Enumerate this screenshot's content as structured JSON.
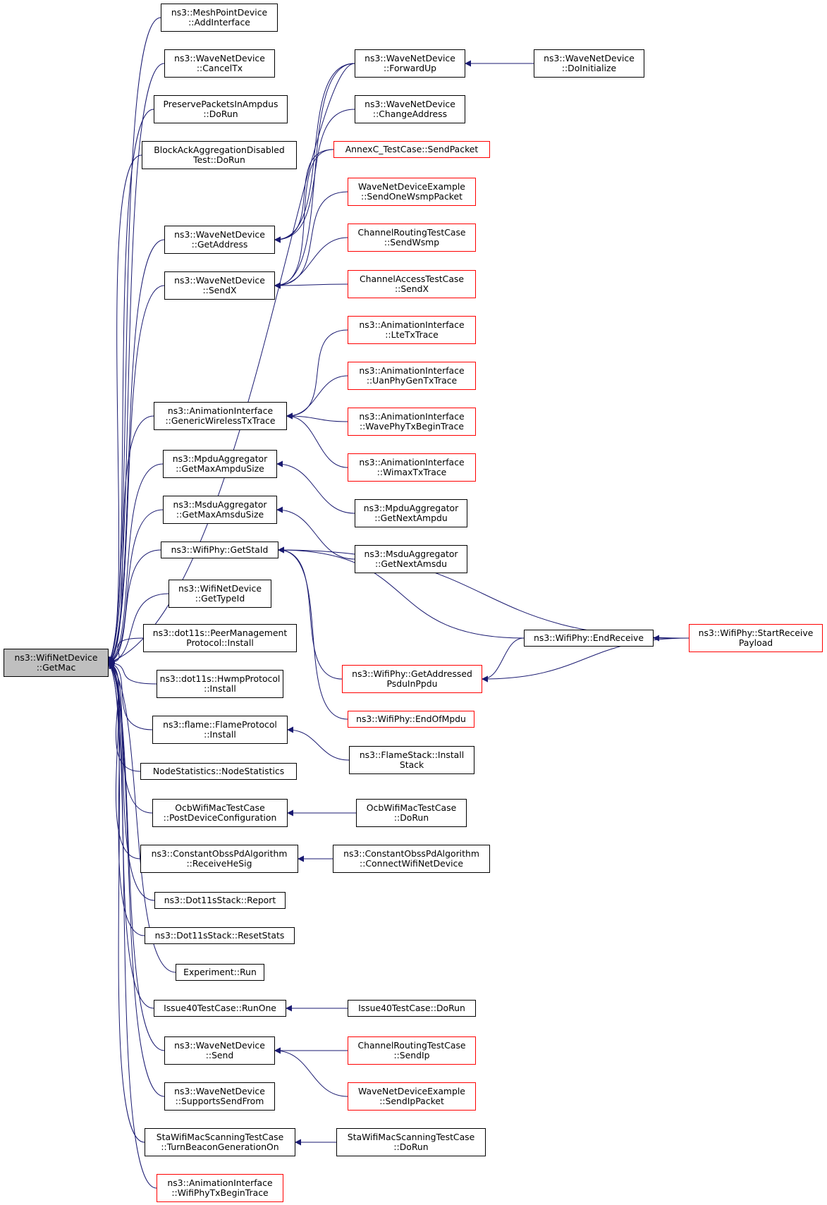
{
  "colors": {
    "edge": "#191970",
    "node_border": "#000000",
    "truncated_border": "#ff0000",
    "root_fill": "#bfbfbf"
  },
  "nodes": [
    {
      "id": "root",
      "lines": [
        "ns3::WifiNetDevice",
        "::GetMac"
      ],
      "style": "root"
    },
    {
      "id": "n1",
      "lines": [
        "ns3::MeshPointDevice",
        "::AddInterface"
      ],
      "style": "normal"
    },
    {
      "id": "n2",
      "lines": [
        "ns3::WaveNetDevice",
        "::CancelTx"
      ],
      "style": "normal"
    },
    {
      "id": "n3",
      "lines": [
        "PreservePacketsInAmpdus",
        "::DoRun"
      ],
      "style": "normal"
    },
    {
      "id": "n4",
      "lines": [
        "BlockAckAggregationDisabled",
        "Test::DoRun"
      ],
      "style": "normal"
    },
    {
      "id": "n5",
      "lines": [
        "ns3::WaveNetDevice",
        "::GetAddress"
      ],
      "style": "normal"
    },
    {
      "id": "n6",
      "lines": [
        "ns3::WaveNetDevice",
        "::SendX"
      ],
      "style": "normal"
    },
    {
      "id": "n7",
      "lines": [
        "ns3::AnimationInterface",
        "::GenericWirelessTxTrace"
      ],
      "style": "normal"
    },
    {
      "id": "n8",
      "lines": [
        "ns3::MpduAggregator",
        "::GetMaxAmpduSize"
      ],
      "style": "normal"
    },
    {
      "id": "n9",
      "lines": [
        "ns3::MsduAggregator",
        "::GetMaxAmsduSize"
      ],
      "style": "normal"
    },
    {
      "id": "n10",
      "lines": [
        "ns3::WifiPhy::GetStaId"
      ],
      "style": "normal"
    },
    {
      "id": "n11",
      "lines": [
        "ns3::WifiNetDevice",
        "::GetTypeId"
      ],
      "style": "normal"
    },
    {
      "id": "n12",
      "lines": [
        "ns3::dot11s::PeerManagement",
        "Protocol::Install"
      ],
      "style": "normal"
    },
    {
      "id": "n13",
      "lines": [
        "ns3::dot11s::HwmpProtocol",
        "::Install"
      ],
      "style": "normal"
    },
    {
      "id": "n14",
      "lines": [
        "ns3::flame::FlameProtocol",
        "::Install"
      ],
      "style": "normal"
    },
    {
      "id": "n15",
      "lines": [
        "NodeStatistics::NodeStatistics"
      ],
      "style": "normal"
    },
    {
      "id": "n16",
      "lines": [
        "OcbWifiMacTestCase",
        "::PostDeviceConfiguration"
      ],
      "style": "normal"
    },
    {
      "id": "n17",
      "lines": [
        "ns3::ConstantObssPdAlgorithm",
        "::ReceiveHeSig"
      ],
      "style": "normal"
    },
    {
      "id": "n18",
      "lines": [
        "ns3::Dot11sStack::Report"
      ],
      "style": "normal"
    },
    {
      "id": "n19",
      "lines": [
        "ns3::Dot11sStack::ResetStats"
      ],
      "style": "normal"
    },
    {
      "id": "n20",
      "lines": [
        "Experiment::Run"
      ],
      "style": "normal"
    },
    {
      "id": "n21",
      "lines": [
        "Issue40TestCase::RunOne"
      ],
      "style": "normal"
    },
    {
      "id": "n22",
      "lines": [
        "ns3::WaveNetDevice",
        "::Send"
      ],
      "style": "normal"
    },
    {
      "id": "n23",
      "lines": [
        "ns3::WaveNetDevice",
        "::SupportsSendFrom"
      ],
      "style": "normal"
    },
    {
      "id": "n24",
      "lines": [
        "StaWifiMacScanningTestCase",
        "::TurnBeaconGenerationOn"
      ],
      "style": "normal"
    },
    {
      "id": "n25",
      "lines": [
        "ns3::AnimationInterface",
        "::WifiPhyTxBeginTrace"
      ],
      "style": "red"
    },
    {
      "id": "m1",
      "lines": [
        "ns3::WaveNetDevice",
        "::ForwardUp"
      ],
      "style": "normal"
    },
    {
      "id": "m2",
      "lines": [
        "ns3::WaveNetDevice",
        "::ChangeAddress"
      ],
      "style": "normal"
    },
    {
      "id": "m3",
      "lines": [
        "AnnexC_TestCase::SendPacket"
      ],
      "style": "red"
    },
    {
      "id": "m4",
      "lines": [
        "WaveNetDeviceExample",
        "::SendOneWsmpPacket"
      ],
      "style": "red"
    },
    {
      "id": "m5",
      "lines": [
        "ChannelRoutingTestCase",
        "::SendWsmp"
      ],
      "style": "red"
    },
    {
      "id": "m6",
      "lines": [
        "ChannelAccessTestCase",
        "::SendX"
      ],
      "style": "red"
    },
    {
      "id": "m7",
      "lines": [
        "ns3::AnimationInterface",
        "::LteTxTrace"
      ],
      "style": "red"
    },
    {
      "id": "m8",
      "lines": [
        "ns3::AnimationInterface",
        "::UanPhyGenTxTrace"
      ],
      "style": "red"
    },
    {
      "id": "m9",
      "lines": [
        "ns3::AnimationInterface",
        "::WavePhyTxBeginTrace"
      ],
      "style": "red"
    },
    {
      "id": "m10",
      "lines": [
        "ns3::AnimationInterface",
        "::WimaxTxTrace"
      ],
      "style": "red"
    },
    {
      "id": "m11",
      "lines": [
        "ns3::MpduAggregator",
        "::GetNextAmpdu"
      ],
      "style": "normal"
    },
    {
      "id": "m12",
      "lines": [
        "ns3::MsduAggregator",
        "::GetNextAmsdu"
      ],
      "style": "normal"
    },
    {
      "id": "m13",
      "lines": [
        "ns3::WifiPhy::GetAddressed",
        "PsduInPpdu"
      ],
      "style": "red"
    },
    {
      "id": "m14",
      "lines": [
        "ns3::WifiPhy::EndOfMpdu"
      ],
      "style": "red"
    },
    {
      "id": "m15",
      "lines": [
        "ns3::FlameStack::Install",
        "Stack"
      ],
      "style": "normal"
    },
    {
      "id": "m16",
      "lines": [
        "OcbWifiMacTestCase",
        "::DoRun"
      ],
      "style": "normal"
    },
    {
      "id": "m17",
      "lines": [
        "ns3::ConstantObssPdAlgorithm",
        "::ConnectWifiNetDevice"
      ],
      "style": "normal"
    },
    {
      "id": "m18",
      "lines": [
        "Issue40TestCase::DoRun"
      ],
      "style": "normal"
    },
    {
      "id": "m19",
      "lines": [
        "ChannelRoutingTestCase",
        "::SendIp"
      ],
      "style": "red"
    },
    {
      "id": "m20",
      "lines": [
        "WaveNetDeviceExample",
        "::SendIpPacket"
      ],
      "style": "red"
    },
    {
      "id": "m21",
      "lines": [
        "StaWifiMacScanningTestCase",
        "::DoRun"
      ],
      "style": "normal"
    },
    {
      "id": "e1",
      "lines": [
        "ns3::WifiPhy::EndReceive"
      ],
      "style": "normal"
    },
    {
      "id": "r1",
      "lines": [
        "ns3::WaveNetDevice",
        "::DoInitialize"
      ],
      "style": "normal"
    },
    {
      "id": "r2",
      "lines": [
        "ns3::WifiPhy::StartReceive",
        "Payload"
      ],
      "style": "red"
    }
  ],
  "edges": [
    [
      "n1",
      "root"
    ],
    [
      "n2",
      "root"
    ],
    [
      "n3",
      "root"
    ],
    [
      "n4",
      "root"
    ],
    [
      "n5",
      "root"
    ],
    [
      "n6",
      "root"
    ],
    [
      "n7",
      "root"
    ],
    [
      "n8",
      "root"
    ],
    [
      "n9",
      "root"
    ],
    [
      "n10",
      "root"
    ],
    [
      "n11",
      "root"
    ],
    [
      "n12",
      "root"
    ],
    [
      "n13",
      "root"
    ],
    [
      "n14",
      "root"
    ],
    [
      "n15",
      "root"
    ],
    [
      "n16",
      "root"
    ],
    [
      "n17",
      "root"
    ],
    [
      "n18",
      "root"
    ],
    [
      "n19",
      "root"
    ],
    [
      "n20",
      "root"
    ],
    [
      "n21",
      "root"
    ],
    [
      "n22",
      "root"
    ],
    [
      "n23",
      "root"
    ],
    [
      "n24",
      "root"
    ],
    [
      "n25",
      "root"
    ],
    [
      "m1",
      "root"
    ],
    [
      "m1",
      "n5"
    ],
    [
      "m2",
      "n5"
    ],
    [
      "m3",
      "n5"
    ],
    [
      "m1",
      "n6"
    ],
    [
      "m3",
      "n6"
    ],
    [
      "m4",
      "n6"
    ],
    [
      "m5",
      "n6"
    ],
    [
      "m6",
      "n6"
    ],
    [
      "m7",
      "n7"
    ],
    [
      "m8",
      "n7"
    ],
    [
      "m9",
      "n7"
    ],
    [
      "m10",
      "n7"
    ],
    [
      "m11",
      "n8"
    ],
    [
      "m12",
      "n9"
    ],
    [
      "r2",
      "n10"
    ],
    [
      "e1",
      "n10"
    ],
    [
      "m13",
      "n10"
    ],
    [
      "m14",
      "n10"
    ],
    [
      "m15",
      "n14"
    ],
    [
      "m16",
      "n16"
    ],
    [
      "m17",
      "n17"
    ],
    [
      "m18",
      "n21"
    ],
    [
      "m19",
      "n22"
    ],
    [
      "m20",
      "n22"
    ],
    [
      "m21",
      "n24"
    ],
    [
      "r1",
      "m1"
    ],
    [
      "e1",
      "m13"
    ],
    [
      "r2",
      "m13"
    ],
    [
      "r2",
      "e1"
    ]
  ]
}
